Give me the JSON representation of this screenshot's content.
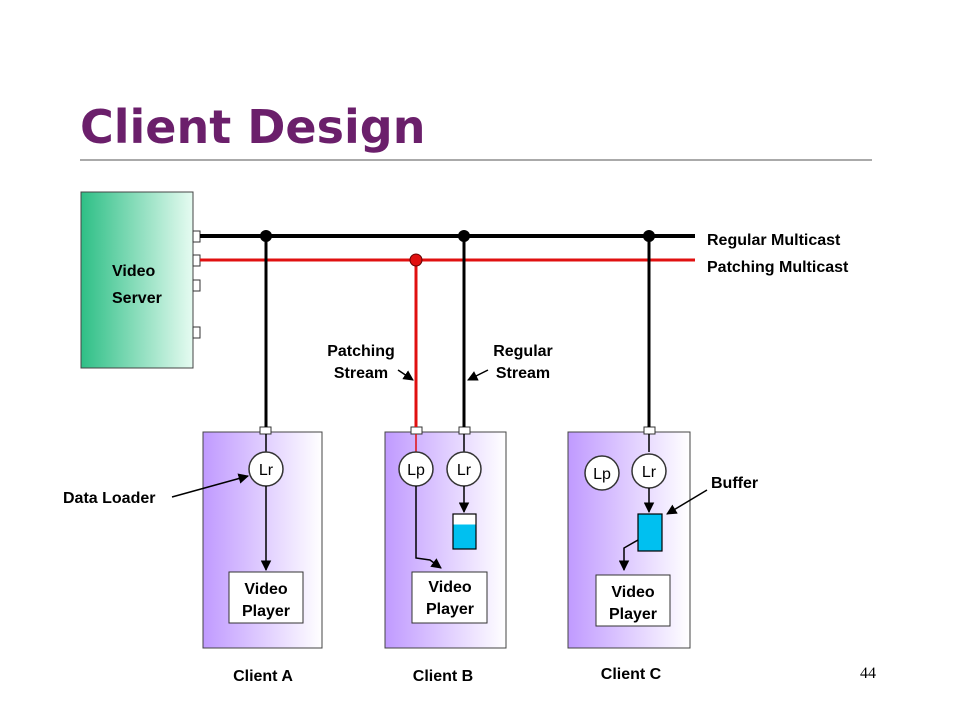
{
  "title": "Client Design",
  "server": {
    "line1": "Video",
    "line2": "Server"
  },
  "legend": {
    "regular": "Regular Multicast",
    "patching": "Patching Multicast"
  },
  "annotations": {
    "patching_stream": [
      "Patching",
      "Stream"
    ],
    "regular_stream": [
      "Regular",
      "Stream"
    ],
    "data_loader": "Data Loader",
    "buffer": "Buffer"
  },
  "clients": [
    {
      "name": "Client A",
      "loaders": [
        "Lr"
      ],
      "player": [
        "Video",
        "Player"
      ]
    },
    {
      "name": "Client B",
      "loaders": [
        "Lp",
        "Lr"
      ],
      "player": [
        "Video",
        "Player"
      ]
    },
    {
      "name": "Client C",
      "loaders": [
        "Lp",
        "Lr"
      ],
      "player": [
        "Video",
        "Player"
      ]
    }
  ],
  "page_number": "44",
  "colors": {
    "title": "#6b1f6b",
    "patching_line": "#e01010",
    "regular_line": "#000000",
    "buffer_fill": "#00c0f0",
    "server_green": "#2ebf86",
    "client_purple": "#c09aff"
  }
}
